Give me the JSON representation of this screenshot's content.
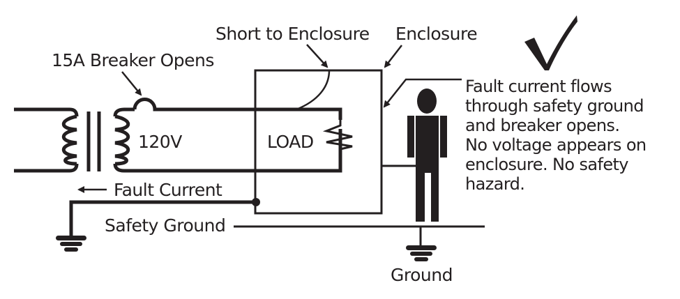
{
  "diagram": {
    "title": "Safety ground fault protection",
    "labels": {
      "breaker": "15A Breaker Opens",
      "short": "Short to Enclosure",
      "enclosure": "Enclosure",
      "voltage": "120V",
      "load": "LOAD",
      "fault_current": "Fault Current",
      "safety_ground": "Safety Ground",
      "ground": "Ground"
    },
    "note_lines": [
      "Fault current flows",
      "through safety ground",
      "and breaker opens.",
      "No voltage appears on",
      "enclosure. No safety",
      "hazard."
    ],
    "icons": {
      "check": "checkmark-icon",
      "person": "person-icon",
      "ground": "ground-symbol-icon"
    },
    "colors": {
      "ink": "#231f20",
      "background": "#ffffff"
    }
  }
}
